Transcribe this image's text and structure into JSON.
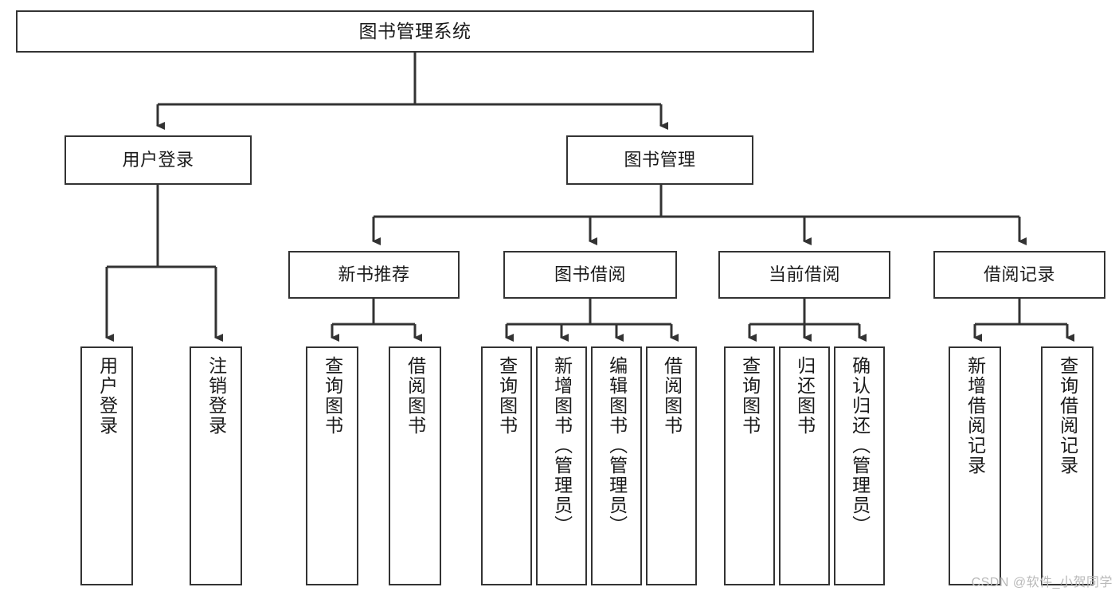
{
  "diagram": {
    "title": "图书管理系统",
    "watermark": "CSDN @软件_小贺同学",
    "stroke_color": "#333333",
    "background_color": "#ffffff",
    "text_color": "#1a1a1a",
    "watermark_color": "#b9b9b9"
  },
  "nodes": {
    "root": {
      "label": "图书管理系统"
    },
    "level2": [
      {
        "label": "用户登录"
      },
      {
        "label": "图书管理"
      }
    ],
    "level3": [
      {
        "label": "新书推荐"
      },
      {
        "label": "图书借阅"
      },
      {
        "label": "当前借阅"
      },
      {
        "label": "借阅记录"
      }
    ],
    "leaves": {
      "user_login": [
        {
          "label": "用户登录"
        },
        {
          "label": "注销登录"
        }
      ],
      "new_book": [
        {
          "label": "查询图书"
        },
        {
          "label": "借阅图书"
        }
      ],
      "book_borrow": [
        {
          "label": "查询图书"
        },
        {
          "label": "新增图书（管理员）"
        },
        {
          "label": "编辑图书（管理员）"
        },
        {
          "label": "借阅图书"
        }
      ],
      "current_borrow": [
        {
          "label": "查询图书"
        },
        {
          "label": "归还图书"
        },
        {
          "label": "确认归还（管理员）"
        }
      ],
      "borrow_record": [
        {
          "label": "新增借阅记录"
        },
        {
          "label": "查询借阅记录"
        }
      ]
    }
  },
  "chart_data": {
    "type": "tree",
    "title": "图书管理系统",
    "root": "图书管理系统",
    "edges": [
      [
        "图书管理系统",
        "用户登录"
      ],
      [
        "图书管理系统",
        "图书管理"
      ],
      [
        "用户登录",
        "用户登录(叶)"
      ],
      [
        "用户登录",
        "注销登录"
      ],
      [
        "图书管理",
        "新书推荐"
      ],
      [
        "图书管理",
        "图书借阅"
      ],
      [
        "图书管理",
        "当前借阅"
      ],
      [
        "图书管理",
        "借阅记录"
      ],
      [
        "新书推荐",
        "查询图书"
      ],
      [
        "新书推荐",
        "借阅图书"
      ],
      [
        "图书借阅",
        "查询图书"
      ],
      [
        "图书借阅",
        "新增图书（管理员）"
      ],
      [
        "图书借阅",
        "编辑图书（管理员）"
      ],
      [
        "图书借阅",
        "借阅图书"
      ],
      [
        "当前借阅",
        "查询图书"
      ],
      [
        "当前借阅",
        "归还图书"
      ],
      [
        "当前借阅",
        "确认归还（管理员）"
      ],
      [
        "借阅记录",
        "新增借阅记录"
      ],
      [
        "借阅记录",
        "查询借阅记录"
      ]
    ]
  }
}
